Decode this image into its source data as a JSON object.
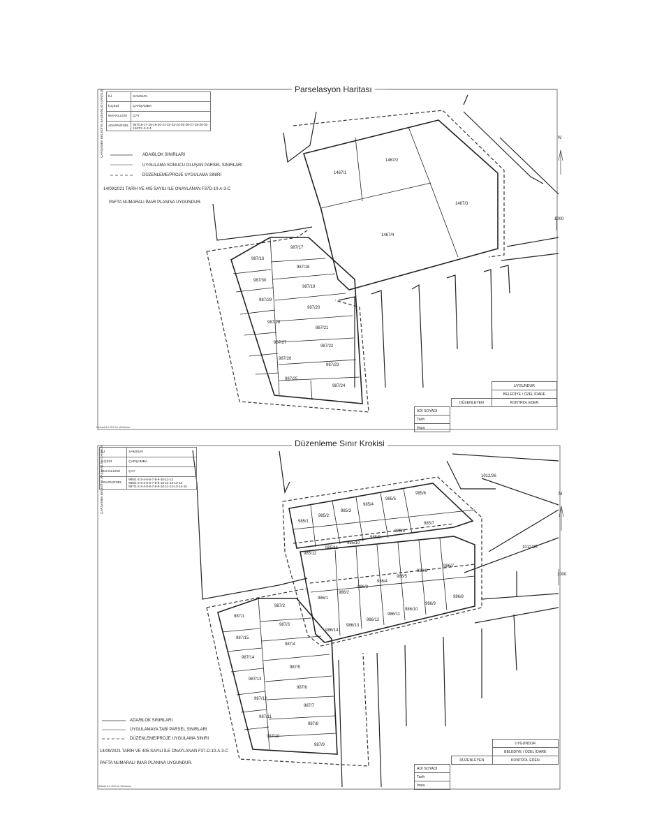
{
  "map1": {
    "title": "Parselasyon Haritası",
    "side_label": "ÇARŞAMBA BELEDİYE BAŞKANLIĞI SAMSUN",
    "info": [
      {
        "k": "İLİ",
        "v": "SAMSUN"
      },
      {
        "k": "İLÇESİ",
        "v": "ÇARŞAMBA"
      },
      {
        "k": "MAHALLESİ",
        "v": "ÇAY"
      },
      {
        "k": "ADA/PARSEL",
        "v": "987/16-17-18-19-20-21-22-23-24-25-26-27-28-29-30",
        "v2": "1467/1-2-3-4"
      }
    ],
    "legend": [
      "ADA/BLOK SINIRLARI",
      "UYGULAMA SONUCU OLUŞAN PARSEL SINIRLARI",
      "DÜZENLEME/PROJE UYGULAMA SINIRI"
    ],
    "note1": "14/09/2021 TARİH VE 405 SAYILI İLE ONAYLANAN F37D-10-A-3-C",
    "note2": "PAFTA NUMARALI İMAR PLANINA UYGUNDUR.",
    "parcels_1467": [
      "1467/1",
      "1467/2",
      "1467/3",
      "1467/4"
    ],
    "parcels_987": [
      "987/16",
      "987/17",
      "987/18",
      "987/30",
      "987/19",
      "987/29",
      "987/20",
      "987/28",
      "987/21",
      "987/27",
      "987/22",
      "987/26",
      "987/23",
      "987/25",
      "987/24"
    ],
    "north": "N",
    "scale_label": "1000",
    "sign": {
      "uygundur": "UYGUNDUR",
      "idare": "BELEDİYE / ÖZEL İDARE",
      "duzenleyen": "DÜZENLEYEN",
      "kontrol": "KONTROL EDEN",
      "adi": "ADI SOYADI",
      "tarih": "Tarih",
      "imza": "İmza"
    },
    "footer": "Netcad 8.0 GIS for Windows"
  },
  "map2": {
    "title": "Düzenleme Sınır Krokisi",
    "side_label": "ÇARŞAMBA BELEDİYE BAŞKANLIĞI SAMSUN",
    "info": [
      {
        "k": "İLİ",
        "v": "SAMSUN"
      },
      {
        "k": "İLÇESİ",
        "v": "ÇARŞAMBA"
      },
      {
        "k": "MAHALLESİ",
        "v": "ÇAY"
      },
      {
        "k": "ADA/PARSEL",
        "v": "985/1-2-3-4-5-6-7-8-9-10-11-12",
        "v2": "986/1-2-3-4-5-6-7-8-9-10-11-12-13-14",
        "v3": "987/1-2-3-4-5-6-7-8-9-10-11-12-13-14-15"
      }
    ],
    "legend": [
      "ADA/BLOK SINIRLARI",
      "UYGULAMAYA TABİ PARSEL SINIRLARI",
      "DÜZENLEME/PROJE UYGULAMA SINIRI"
    ],
    "note1": "14/09/2021 TARİH VE 405 SAYILI İLE ONAYLANAN F37-D-10-A-3-C",
    "note2": "PAFTA NUMARALI İMAR PLANINA UYGUNDUR.",
    "parcels_985": [
      "985/1",
      "985/2",
      "985/3",
      "985/4",
      "985/5",
      "985/6",
      "985/7",
      "985/8",
      "985/9",
      "985/10",
      "985/11",
      "985/12"
    ],
    "parcels_986": [
      "986/1",
      "986/2",
      "986/3",
      "986/4",
      "986/5",
      "986/6",
      "986/7",
      "986/8",
      "986/9",
      "986/10",
      "986/11",
      "986/12",
      "986/13",
      "986/14"
    ],
    "parcels_987": [
      "987/1",
      "987/2",
      "987/3",
      "987/4",
      "987/5",
      "987/6",
      "987/7",
      "987/8",
      "987/9",
      "987/10",
      "987/11",
      "987/12",
      "987/13",
      "987/14",
      "987/15"
    ],
    "parcels_1012": [
      "1012/26",
      "1012/25"
    ],
    "north": "N",
    "scale_label": "1000",
    "sign": {
      "uygundur": "UYGUNDUR",
      "idare": "BELEDİYE / ÖZEL İDARE",
      "duzenleyen": "DÜZENLEYEN",
      "kontrol": "KONTROL EDEN",
      "adi": "ADI SOYADI",
      "tarih": "Tarih",
      "imza": "İmza"
    },
    "footer": "Netcad 8.0 GIS for Windows"
  }
}
